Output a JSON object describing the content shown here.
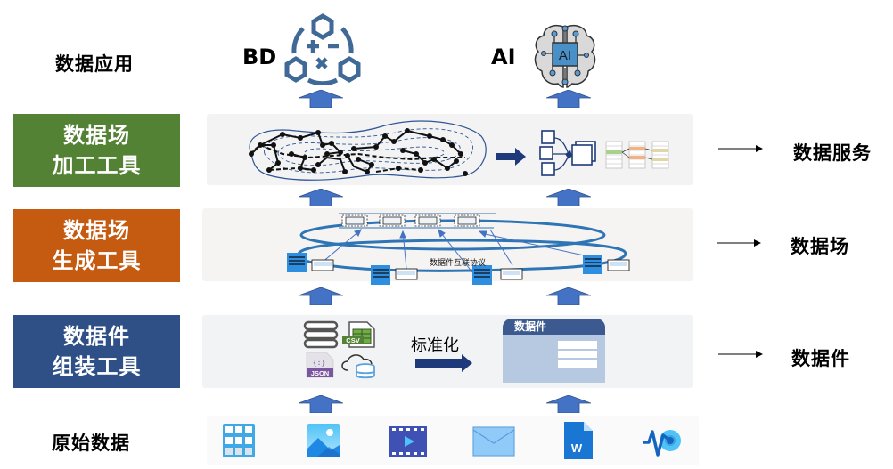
{
  "layers": {
    "application": {
      "label": "数据应用",
      "items": [
        {
          "label": "BD",
          "icon": "big-data-hex-icon"
        },
        {
          "label": "AI",
          "icon": "ai-brain-chip-icon"
        }
      ]
    },
    "processing": {
      "label_line1": "数据场",
      "label_line2": "加工工具",
      "color": "#548235",
      "output_label": "数据服务"
    },
    "generation": {
      "label_line1": "数据场",
      "label_line2": "生成工具",
      "color": "#C55A11",
      "protocol_label": "数据件互联协议",
      "output_label": "数据场"
    },
    "assembly": {
      "label_line1": "数据件",
      "label_line2": "组装工具",
      "color": "#2F5086",
      "standardize_label": "标准化",
      "card_title": "数据件",
      "source_icons": [
        "database-icon",
        "csv-file-icon",
        "json-file-icon",
        "cloud-database-icon"
      ],
      "output_label": "数据件"
    },
    "raw": {
      "label": "原始数据",
      "icons": [
        "table-grid-icon",
        "image-icon",
        "video-icon",
        "mail-icon",
        "word-document-icon",
        "signal-sensor-icon"
      ]
    }
  },
  "badges": {
    "csv": "CSV",
    "json": "JSON",
    "json_braces": "{:}",
    "word": "W",
    "ai_chip": "AI"
  },
  "colors": {
    "arrow_blue": "#4472C4",
    "dark_navy": "#1F3A7A",
    "panel_gray": "#F2F3F5"
  }
}
